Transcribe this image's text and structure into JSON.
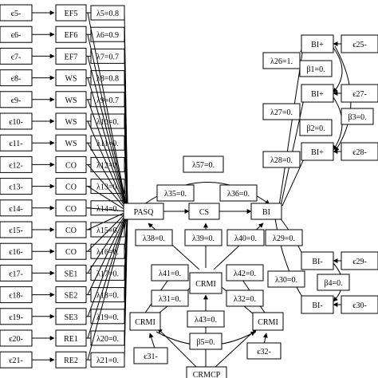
{
  "errors_left": [
    "є5-",
    "є6-",
    "є7-",
    "є8-",
    "є9-",
    "є10-",
    "є11-",
    "є12-",
    "є13-",
    "є14-",
    "є15-",
    "є16-",
    "є17-",
    "є18-",
    "є19-",
    "є20-",
    "є21-"
  ],
  "indicators_left": [
    "EF5",
    "EF6",
    "EF7",
    "WS",
    "WS",
    "WS",
    "WS",
    "CO",
    "CO",
    "CO",
    "CO",
    "CO",
    "SE1",
    "SE2",
    "SE3",
    "RE1",
    "RE2"
  ],
  "loadings_left": [
    "λ5=0.8",
    "λ6=0.9",
    "λ7=0.7",
    "λ8=0.8",
    "λ9=0.7",
    "λ10=0.",
    "λ11=0.",
    "λ12=0.",
    "λ13=0.",
    "λ14=0.",
    "λ15=0.",
    "λ16=0.",
    "λ17=0.",
    "λ18=0.",
    "λ19=0.",
    "λ20=0.",
    "λ21=0."
  ],
  "latent": {
    "pasq": "PASQ",
    "cs": "CS",
    "bi": "BI",
    "crmi_center": "CRMI",
    "crmi_left": "CRMI",
    "crmi_right": "CRMI",
    "crmcp": "CRMCP"
  },
  "paths": {
    "l57": "λ57=0.",
    "l35": "λ35=0.",
    "l36": "λ36=0.",
    "l38": "λ38=0.",
    "l39": "λ39=0.",
    "l40": "λ40=0.",
    "l29": "λ29=0.",
    "l41": "λ41=0.",
    "l42": "λ42=0.",
    "l31": "λ31=0.",
    "l32": "λ32=0.",
    "l43": "λ43=0.",
    "b5": "β5=0."
  },
  "crm_errors": {
    "e31": "є31-",
    "e32": "є32-"
  },
  "right_top": {
    "bi_boxes": [
      "BI+",
      "BI+",
      "BI+"
    ],
    "errors": [
      "є25-",
      "є27-",
      "є28-"
    ],
    "l26": "λ26=1.",
    "b1": "β1=0.",
    "l27": "λ27=0.",
    "b2": "β2=0.",
    "b3": "β3=0.",
    "l28": "λ28=0."
  },
  "right_bottom": {
    "bi_boxes": [
      "BI-",
      "BI-"
    ],
    "errors": [
      "є29-",
      "є30-"
    ],
    "l30": "λ30=0.",
    "b4": "β4=0."
  }
}
